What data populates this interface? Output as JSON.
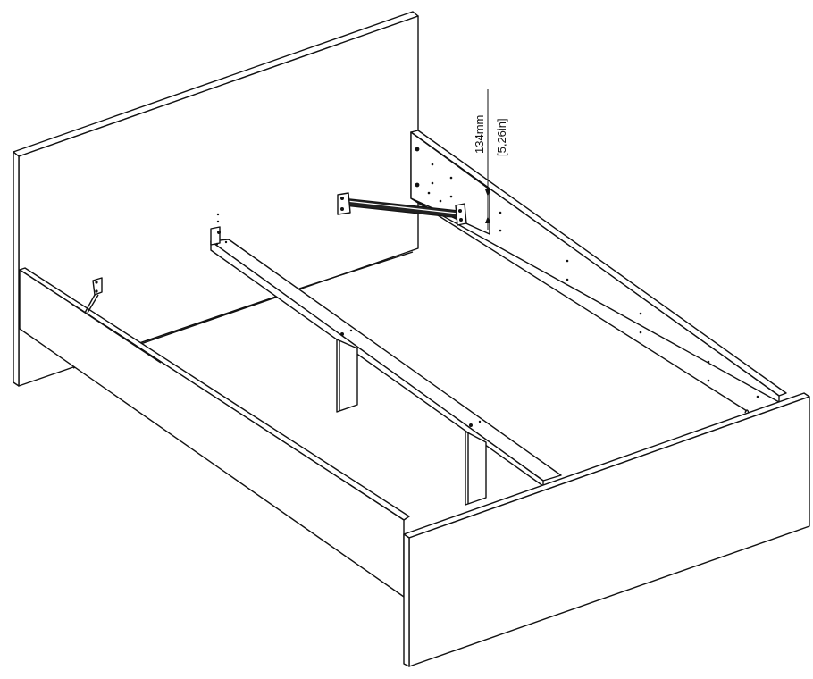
{
  "diagram": {
    "type": "assembly-illustration",
    "subject": "bed frame assembly",
    "dimension": {
      "metric": "134mm",
      "imperial": "[5,26in]"
    },
    "parts": [
      {
        "id": "headboard",
        "label": "headboard panel"
      },
      {
        "id": "footboard",
        "label": "footboard panel"
      },
      {
        "id": "left-side-rail",
        "label": "left side rail"
      },
      {
        "id": "right-side-rail",
        "label": "right side rail"
      },
      {
        "id": "center-beam",
        "label": "center support beam"
      },
      {
        "id": "support-legs",
        "label": "center support legs",
        "count": 2
      },
      {
        "id": "metal-bracket",
        "label": "metal slat bracket"
      },
      {
        "id": "corner-brackets",
        "label": "corner fittings"
      }
    ],
    "colors": {
      "stroke": "#111111",
      "background": "#ffffff"
    }
  }
}
